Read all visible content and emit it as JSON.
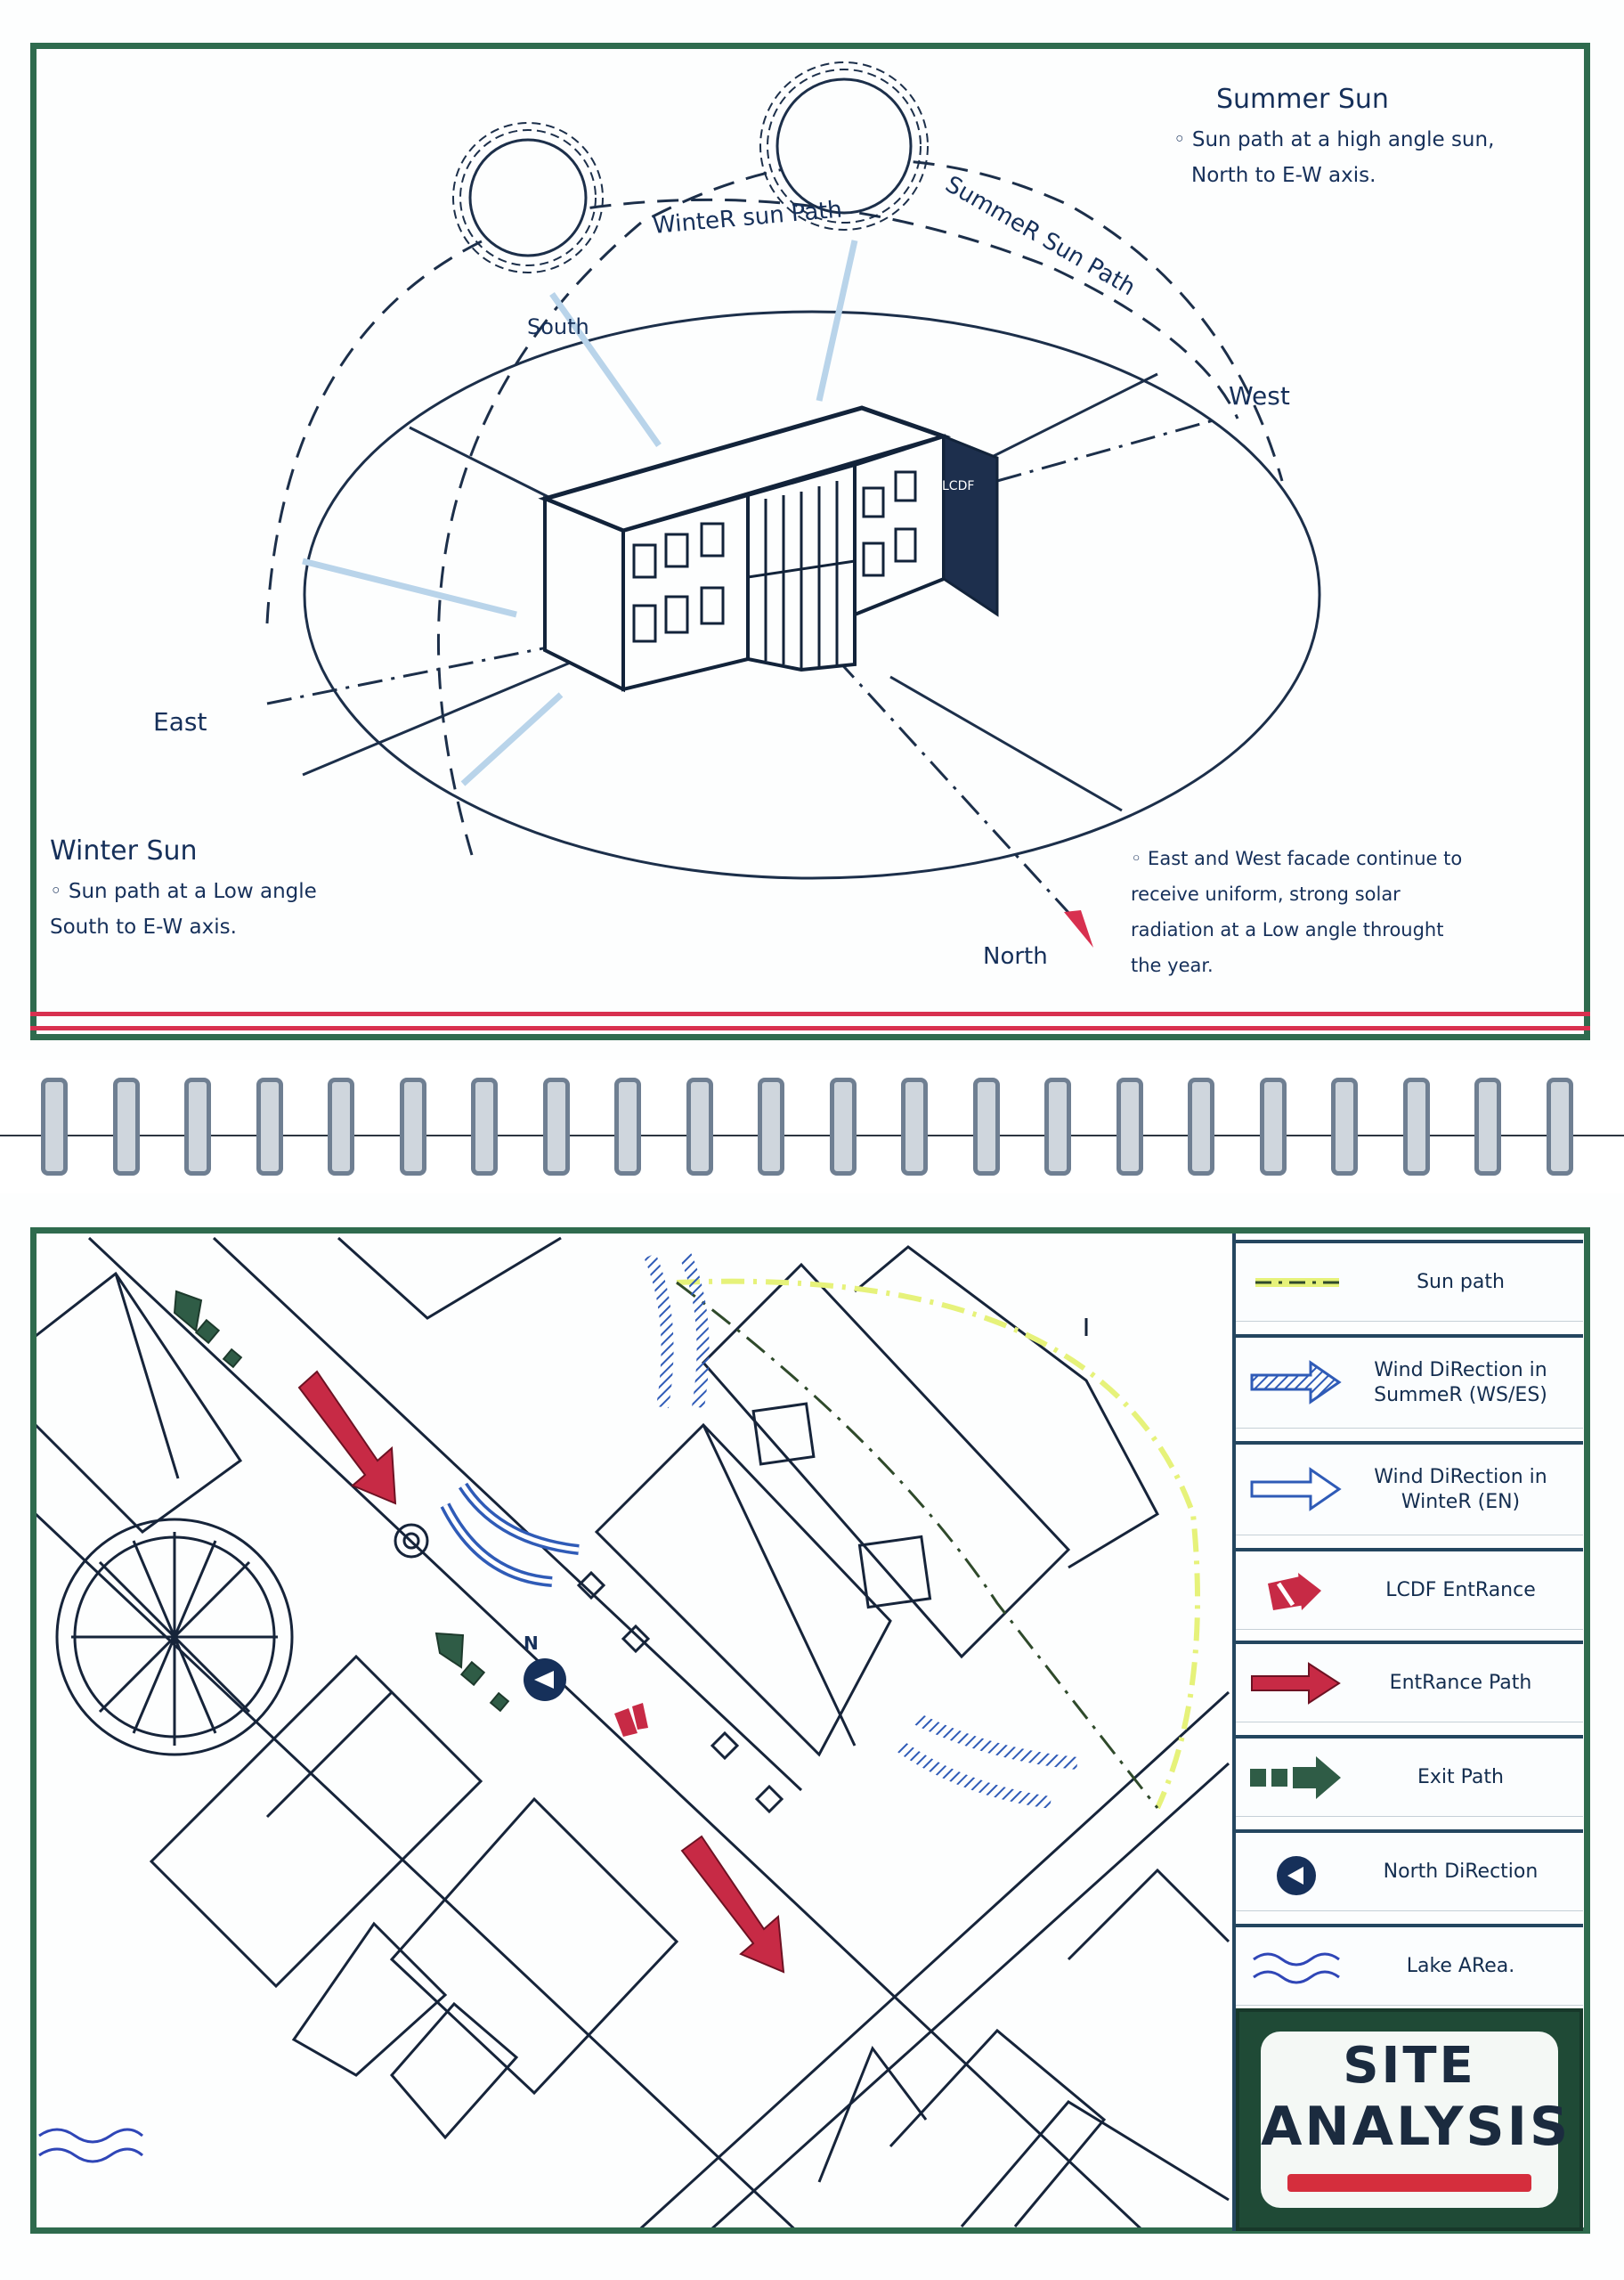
{
  "top_diagram": {
    "summer_sun_note": {
      "title": "Summer Sun",
      "lines": [
        "◦ Sun path at a high angle sun,",
        "North to E-W axis."
      ]
    },
    "winter_sun_note": {
      "title": "Winter Sun",
      "lines": [
        "◦ Sun path at a Low angle",
        "South to E-W axis."
      ]
    },
    "facade_note": {
      "lines": [
        "◦ East and West facade continue to",
        "receive uniform, strong solar",
        "radiation at a Low angle throught",
        "the year."
      ]
    },
    "labels": {
      "winter_sun_path": "WinteR sun Path",
      "summer_sun_path": "SummeR Sun Path",
      "south": "South",
      "west": "West",
      "east": "East",
      "north": "North",
      "building_sign": "LCDF"
    }
  },
  "site_map": {
    "north_marker": "N",
    "legend": [
      {
        "icon": "sun-path-swatch",
        "label": "Sun path"
      },
      {
        "icon": "summer-wind-arrow-icon",
        "label": "Wind DiRection in SummeR (WS/ES)"
      },
      {
        "icon": "winter-wind-arrow-icon",
        "label": "Wind DiRection in WinteR (EN)"
      },
      {
        "icon": "lcdf-entrance-icon",
        "label": "LCDF EntRance"
      },
      {
        "icon": "entrance-path-arrow-icon",
        "label": "EntRance Path"
      },
      {
        "icon": "exit-path-arrow-icon",
        "label": "Exit Path"
      },
      {
        "icon": "north-direction-icon",
        "label": "North DiRection"
      },
      {
        "icon": "lake-area-icon",
        "label": "Lake ARea."
      }
    ],
    "title": {
      "line1": "SITE",
      "line2": "ANALYSIS"
    },
    "colors": {
      "frame_green": "#2f6b4e",
      "ink_navy": "#16305a",
      "accent_red": "#c72a45",
      "wind_blue": "#2f5bb7",
      "sun_path_yellow": "#e6f27a"
    }
  }
}
